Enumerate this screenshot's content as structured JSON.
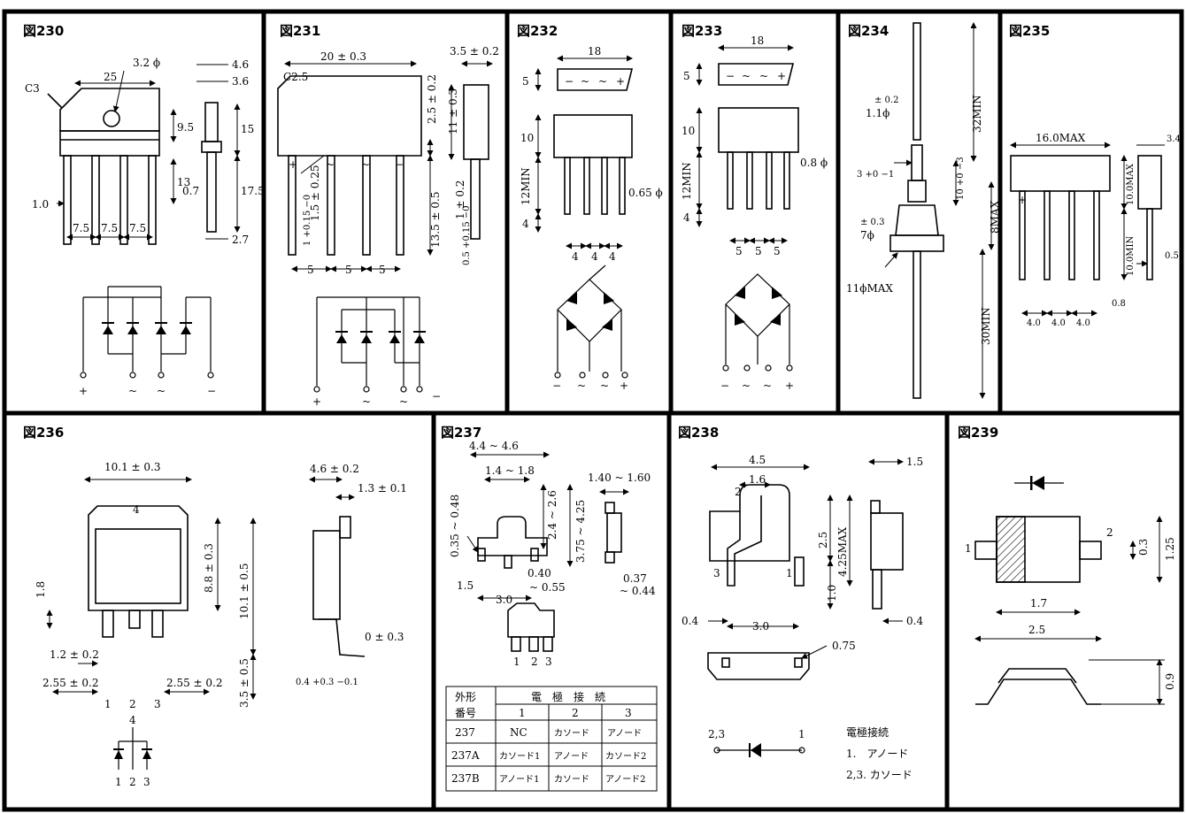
{
  "titles": {
    "f230": "図230",
    "f231": "図231",
    "f232": "図232",
    "f233": "図233",
    "f234": "図234",
    "f235": "図235",
    "f236": "図236",
    "f237": "図237",
    "f238": "図238",
    "f239": "図239"
  },
  "terminals": {
    "plus": "+",
    "minus": "−",
    "ac": "~"
  },
  "f230": {
    "c3": "C3",
    "w25": "25",
    "hole": "3.2 ϕ",
    "t46": "4.6",
    "t36": "3.6",
    "h95": "9.5",
    "h15": "15",
    "h13": "13",
    "p07": "0.7",
    "h175": "17.5",
    "p10": "1.0",
    "p75": "7.5",
    "t27": "2.7"
  },
  "f231": {
    "c25": "C2.5",
    "w20": "20 ± 0.3",
    "t35": "3.5 ± 0.2",
    "h25": "2.5 ± 0.2",
    "h11": "11 ± 0.3",
    "p15": "1.5 ± 0.25",
    "h135": "13.5 ± 0.5",
    "p1": "1 ± 0.2",
    "tol": "1 +0.15 −0",
    "p05": "0.5 +0.15 −0",
    "p5": "5"
  },
  "f232": {
    "w18": "18",
    "h5": "5",
    "h10": "10",
    "h12": "12MIN",
    "h4": "4",
    "d065": "0.65 ϕ",
    "p4": "4"
  },
  "f233": {
    "w18": "18",
    "h5": "5",
    "h10": "10",
    "h12": "12MIN",
    "h4": "4",
    "d08": "0.8 ϕ",
    "p5": "5"
  },
  "f234": {
    "d11": "1.1ϕ",
    "tol02": "± 0.2",
    "h32": "32MIN",
    "d3": "3 +0 −1",
    "h10": "10 +0 −3",
    "tol03": "± 0.3",
    "d7": "7ϕ",
    "h8": "8MAX",
    "d11max": "11ϕMAX",
    "h30": "30MIN"
  },
  "f235": {
    "w16": "16.0MAX",
    "t34": "3.4",
    "h10": "10.0MAX",
    "h10min": "10.0MIN",
    "t05": "0.5",
    "p08": "0.8",
    "p40": "4.0"
  },
  "f236": {
    "w101": "10.1 ± 0.3",
    "tab": "4",
    "h18": "1.8",
    "h88": "8.8 ± 0.3",
    "h101": "10.1 ± 0.5",
    "p12": "1.2 ± 0.2",
    "p255": "2.55 ± 0.2",
    "h35": "3.5 ± 0.5",
    "t46": "4.6 ± 0.2",
    "t13": "1.3 ± 0.1",
    "t0": "0 ± 0.3",
    "t04": "0.4 +0.3 −0.1",
    "n1": "1",
    "n2": "2",
    "n3": "3"
  },
  "f237": {
    "w44": "4.4 ~ 4.6",
    "w14": "1.4 ~ 1.8",
    "h24": "2.4 ~ 2.6",
    "h375": "3.75 ~ 4.25",
    "t140": "1.40 ~ 1.60",
    "p035": "0.35 ~ 0.48",
    "p15": "1.5",
    "p040": "0.40",
    "p055": "~ 0.55",
    "p30": "3.0",
    "p037": "0.37",
    "p044": "~ 0.44",
    "table": {
      "h1": "外形",
      "h1b": "番号",
      "h2": "電　極　接　続",
      "c1": "1",
      "c2": "2",
      "c3": "3",
      "rows": [
        [
          "237",
          "NC",
          "カソード",
          "アノード"
        ],
        [
          "237A",
          "カソード1",
          "アノード",
          "カソード2"
        ],
        [
          "237B",
          "アノード1",
          "カソード",
          "アノード2"
        ]
      ]
    }
  },
  "f238": {
    "w45": "4.5",
    "w16": "1.6",
    "t15": "1.5",
    "h25": "2.5",
    "h425": "4.25MAX",
    "h10": "1.0",
    "p04": "0.4",
    "p30": "3.0",
    "t075": "0.75",
    "n1": "1",
    "n2": "2",
    "n3": "3",
    "n23": "2,3",
    "legend_title": "電極接続",
    "legend_1": "1.　アノード",
    "legend_2": "2,3. カソード"
  },
  "f239": {
    "n1": "1",
    "n2": "2",
    "h03": "0.3",
    "h125": "1.25",
    "w17": "1.7",
    "w25": "2.5",
    "h09": "0.9"
  }
}
